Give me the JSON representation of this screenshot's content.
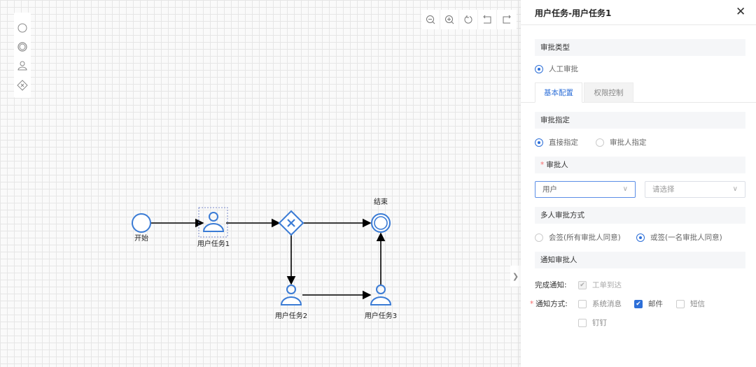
{
  "palette": {
    "items": [
      "start-event",
      "end-event",
      "user-task",
      "exclusive-gateway"
    ]
  },
  "toolbar": {
    "items": [
      "zoom-out",
      "zoom-in",
      "reset",
      "undo",
      "redo"
    ]
  },
  "diagram": {
    "nodes": {
      "start": "开始",
      "task1": "用户任务1",
      "end": "结束",
      "task2": "用户任务2",
      "task3": "用户任务3"
    },
    "selected": "task1",
    "colors": {
      "node": "#3a7bd5",
      "edge": "#000000"
    }
  },
  "panel": {
    "title": "用户任务-用户任务1",
    "approval_type": {
      "header": "审批类型",
      "option": "人工审批"
    },
    "tabs": [
      {
        "label": "基本配置",
        "active": true
      },
      {
        "label": "权限控制",
        "active": false
      }
    ],
    "assign": {
      "header": "审批指定",
      "options": [
        "直接指定",
        "审批人指定"
      ],
      "selected": "直接指定"
    },
    "approver": {
      "header": "审批人",
      "required_mark": "*",
      "type_value": "用户",
      "placeholder": "请选择"
    },
    "multi": {
      "header": "多人审批方式",
      "options": [
        "会签(所有审批人同意)",
        "或签(一名审批人同意)"
      ],
      "selected": "或签(一名审批人同意)"
    },
    "notify": {
      "header": "通知审批人",
      "complete_label": "完成通知:",
      "complete_option": "工单到达",
      "method_label": "通知方式:",
      "required_mark": "*",
      "methods": [
        {
          "label": "系统消息",
          "checked": false
        },
        {
          "label": "邮件",
          "checked": true
        },
        {
          "label": "短信",
          "checked": false
        },
        {
          "label": "钉钉",
          "checked": false
        }
      ]
    }
  },
  "accent": "#2d6fd8"
}
